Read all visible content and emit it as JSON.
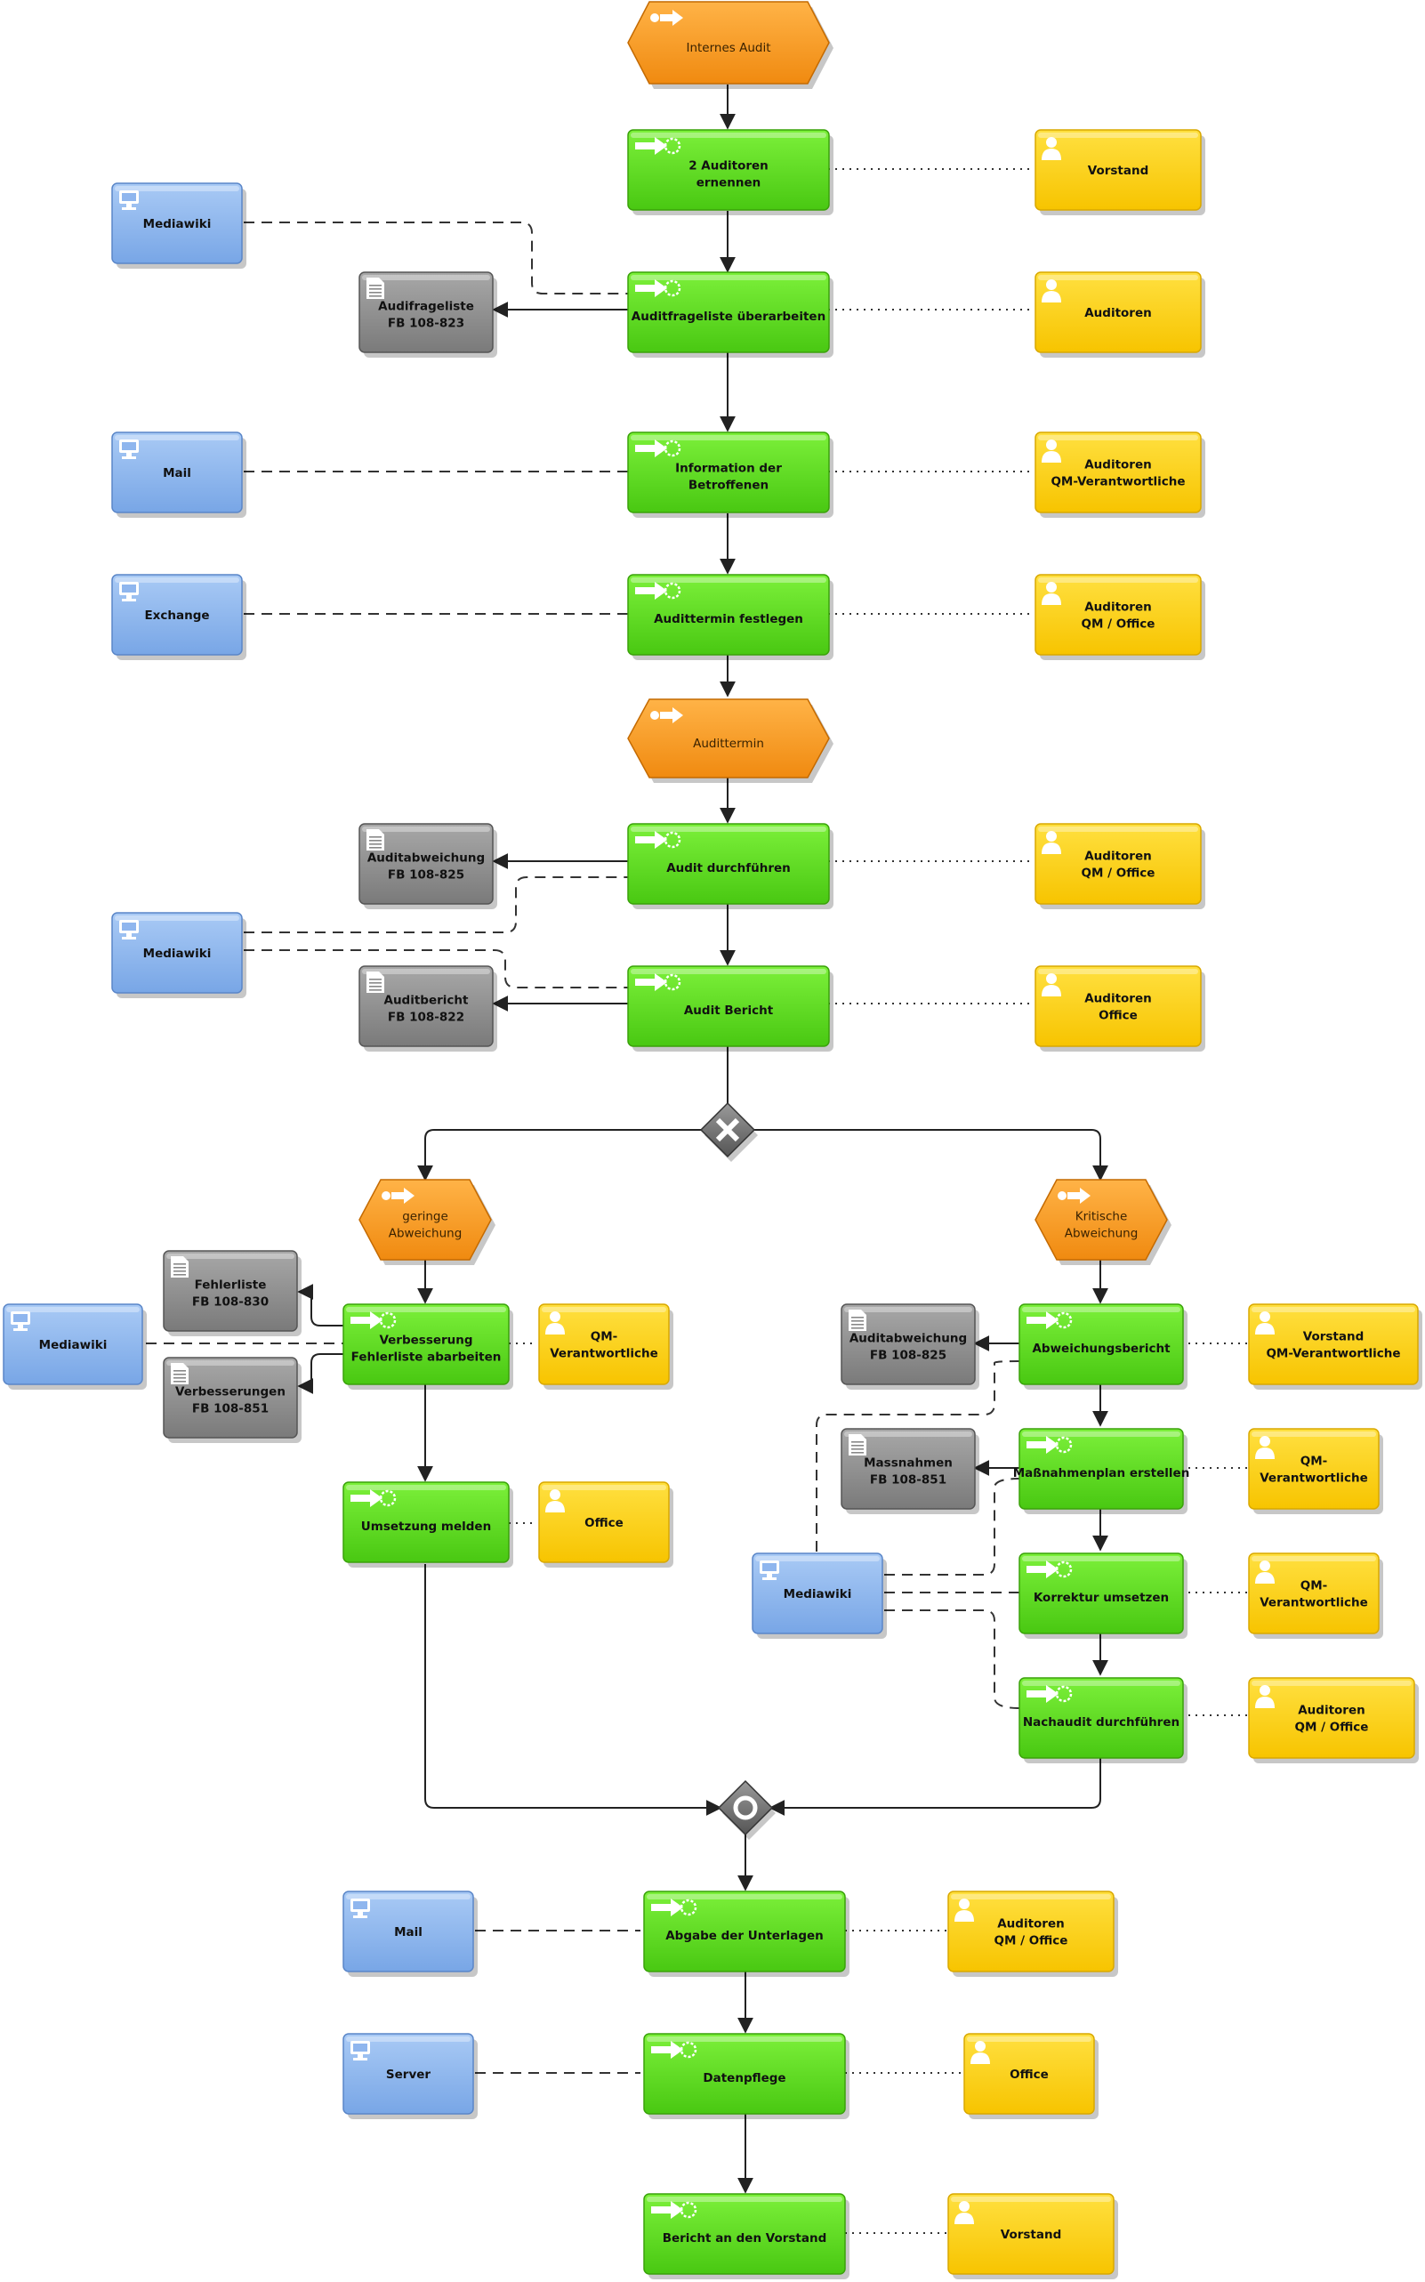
{
  "events": {
    "internes_audit": "Internes Audit",
    "audittermin": "Audittermin",
    "geringe": [
      "geringe",
      "Abweichung"
    ],
    "kritische": [
      "Kritische",
      "Abweichung"
    ]
  },
  "functions": {
    "f1": [
      "2 Auditoren",
      "ernennen"
    ],
    "f2": [
      "Auditfrageliste überarbeiten"
    ],
    "f3": [
      "Information der",
      "Betroffenen"
    ],
    "f4": [
      "Audittermin festlegen"
    ],
    "f5": [
      "Audit durchführen"
    ],
    "f6": [
      "Audit Bericht"
    ],
    "l1": [
      "Verbesserung",
      "Fehlerliste abarbeiten"
    ],
    "l2": [
      "Umsetzung melden"
    ],
    "r1": [
      "Abweichungsbericht"
    ],
    "r2": [
      "Maßnahmenplan erstellen"
    ],
    "r3": [
      "Korrektur umsetzen"
    ],
    "r4": [
      "Nachaudit durchführen"
    ],
    "b1": [
      "Abgabe der Unterlagen"
    ],
    "b2": [
      "Datenpflege"
    ],
    "b3": [
      "Bericht an den Vorstand"
    ]
  },
  "roles": {
    "o1": [
      "Vorstand"
    ],
    "o2": [
      "Auditoren"
    ],
    "o3": [
      "Auditoren",
      "QM-Verantwortliche"
    ],
    "o4": [
      "Auditoren",
      "QM / Office"
    ],
    "o5": [
      "Auditoren",
      "QM / Office"
    ],
    "o6": [
      "Auditoren",
      "Office"
    ],
    "ol1": [
      "QM-",
      "Verantwortliche"
    ],
    "ol2": [
      "Office"
    ],
    "or1": [
      "Vorstand",
      "QM-Verantwortliche"
    ],
    "or2": [
      "QM-",
      "Verantwortliche"
    ],
    "or3": [
      "QM-",
      "Verantwortliche"
    ],
    "or4": [
      "Auditoren",
      "QM / Office"
    ],
    "ob1": [
      "Auditoren",
      "QM / Office"
    ],
    "ob2": [
      "Office"
    ],
    "ob3": [
      "Vorstand"
    ]
  },
  "systems": {
    "s1": [
      "Mediawiki"
    ],
    "s2": [
      "Mail"
    ],
    "s3": [
      "Exchange"
    ],
    "s4": [
      "Mediawiki"
    ],
    "sl": [
      "Mediawiki"
    ],
    "sr": [
      "Mediawiki"
    ],
    "sb1": [
      "Mail"
    ],
    "sb2": [
      "Server"
    ]
  },
  "documents": {
    "d1": [
      "Audifrageliste",
      "FB 108-823"
    ],
    "d2": [
      "Auditabweichung",
      "FB 108-825"
    ],
    "d3": [
      "Auditbericht",
      "FB 108-822"
    ],
    "dl1": [
      "Fehlerliste",
      "FB 108-830"
    ],
    "dl2": [
      "Verbesserungen",
      "FB 108-851"
    ],
    "dr1": [
      "Auditabweichung",
      "FB 108-825"
    ],
    "dr2": [
      "Massnahmen",
      "FB 108-851"
    ]
  },
  "colors": {
    "function": "#66dd22",
    "event": "#ff9922",
    "role": "#ffcc00",
    "system": "#88b4ee",
    "document": "#8c8c8c"
  }
}
